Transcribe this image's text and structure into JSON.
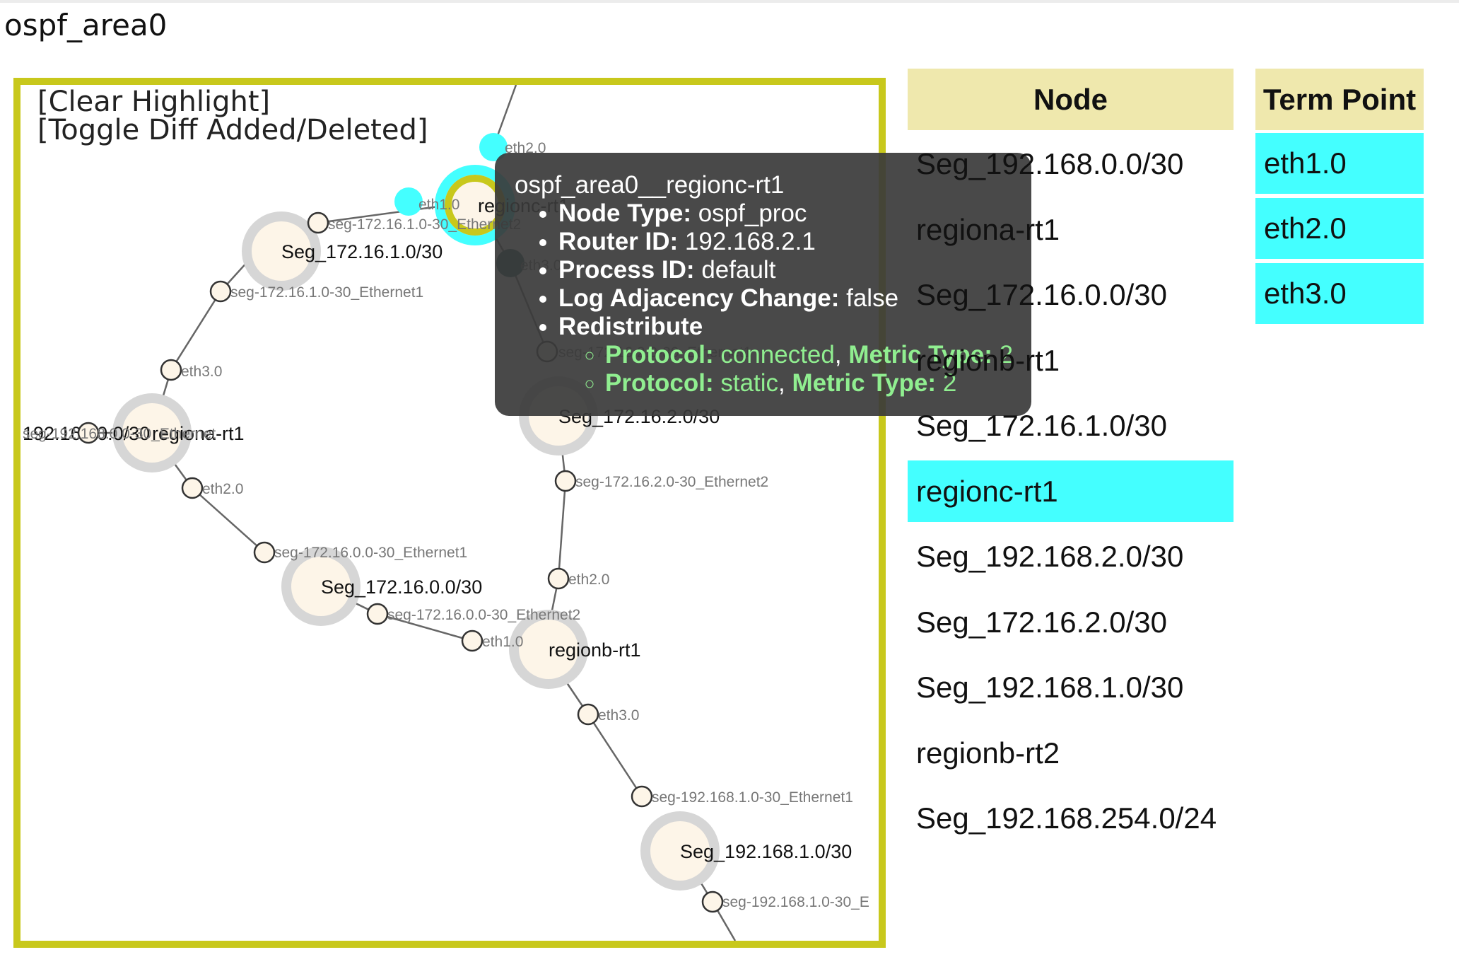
{
  "page": {
    "title": "ospf_area0"
  },
  "graph": {
    "controls": {
      "clear_highlight": "[Clear Highlight]",
      "toggle_diff": "[Toggle Diff Added/Deleted]"
    },
    "nodes": [
      {
        "id": "regionc",
        "label": "regionc-rt1",
        "selected": true
      },
      {
        "id": "seg1721610",
        "label": "Seg_172.16.1.0/30"
      },
      {
        "id": "regiona",
        "label": "regiona-rt1"
      },
      {
        "id": "seg19216800",
        "label": "192.168.0.0/30"
      },
      {
        "id": "seg1721600",
        "label": "Seg_172.16.0.0/30"
      },
      {
        "id": "regionb",
        "label": "regionb-rt1"
      },
      {
        "id": "seg1721620",
        "label": "Seg_172.16.2.0/30"
      },
      {
        "id": "seg19216810",
        "label": "Seg_192.168.1.0/30"
      }
    ],
    "term_points": [
      {
        "label": "eth2.0"
      },
      {
        "label": "eth1.0"
      },
      {
        "label": "eth3.0"
      },
      {
        "label": "seg-172.16.1.0-30_Ethernet2"
      },
      {
        "label": "seg-172.16.1.0-30_Ethernet1"
      },
      {
        "label": "eth3.0"
      },
      {
        "label": "seg-192.168.0.0-30_Ethernet"
      },
      {
        "label": "eth2.0"
      },
      {
        "label": "seg-172.16.0.0-30_Ethernet1"
      },
      {
        "label": "seg-172.16.0.0-30_Ethernet2"
      },
      {
        "label": "eth1.0"
      },
      {
        "label": "eth3.0"
      },
      {
        "label": "seg-192.168.1.0-30_Ethernet1"
      },
      {
        "label": "seg-192.168.1.0-30_E"
      },
      {
        "label": "seg-172.16.2.0-30_Ethernet1"
      },
      {
        "label": "seg-172.16.2.0-30_Ethernet2"
      },
      {
        "label": "eth2.0"
      }
    ]
  },
  "tooltip": {
    "title": "ospf_area0__regionc-rt1",
    "items": [
      {
        "key": "Node Type:",
        "value": "ospf_proc"
      },
      {
        "key": "Router ID:",
        "value": "192.168.2.1"
      },
      {
        "key": "Process ID:",
        "value": "default"
      },
      {
        "key": "Log Adjacency Change:",
        "value": "false"
      }
    ],
    "redistribute_label": "Redistribute",
    "redistribute": [
      {
        "protocol_key": "Protocol:",
        "protocol": "connected",
        "separator": ",",
        "metric_key": "Metric Type:",
        "metric": "2"
      },
      {
        "protocol_key": "Protocol:",
        "protocol": "static",
        "separator": ",",
        "metric_key": "Metric Type:",
        "metric": "2"
      }
    ]
  },
  "node_table": {
    "header": "Node",
    "rows": [
      {
        "label": "Seg_192.168.0.0/30",
        "highlighted": false
      },
      {
        "label": "regiona-rt1",
        "highlighted": false
      },
      {
        "label": "Seg_172.16.0.0/30",
        "highlighted": false
      },
      {
        "label": "regionb-rt1",
        "highlighted": false
      },
      {
        "label": "Seg_172.16.1.0/30",
        "highlighted": false
      },
      {
        "label": "regionc-rt1",
        "highlighted": true
      },
      {
        "label": "Seg_192.168.2.0/30",
        "highlighted": false
      },
      {
        "label": "Seg_172.16.2.0/30",
        "highlighted": false
      },
      {
        "label": "Seg_192.168.1.0/30",
        "highlighted": false
      },
      {
        "label": "regionb-rt2",
        "highlighted": false
      },
      {
        "label": "Seg_192.168.254.0/24",
        "highlighted": false
      }
    ]
  },
  "term_point_table": {
    "header": "Term Point",
    "rows": [
      {
        "label": "eth1.0"
      },
      {
        "label": "eth2.0"
      },
      {
        "label": "eth3.0"
      }
    ]
  },
  "colors": {
    "frame": "#c8c81c",
    "highlight": "#44ffff",
    "header_bg": "#efe8ad",
    "node_fill": "#fdf5e8",
    "node_ring": "#d6d6d6",
    "tooltip_bg": "#3a3a3a",
    "tooltip_accent": "#90ee90"
  }
}
